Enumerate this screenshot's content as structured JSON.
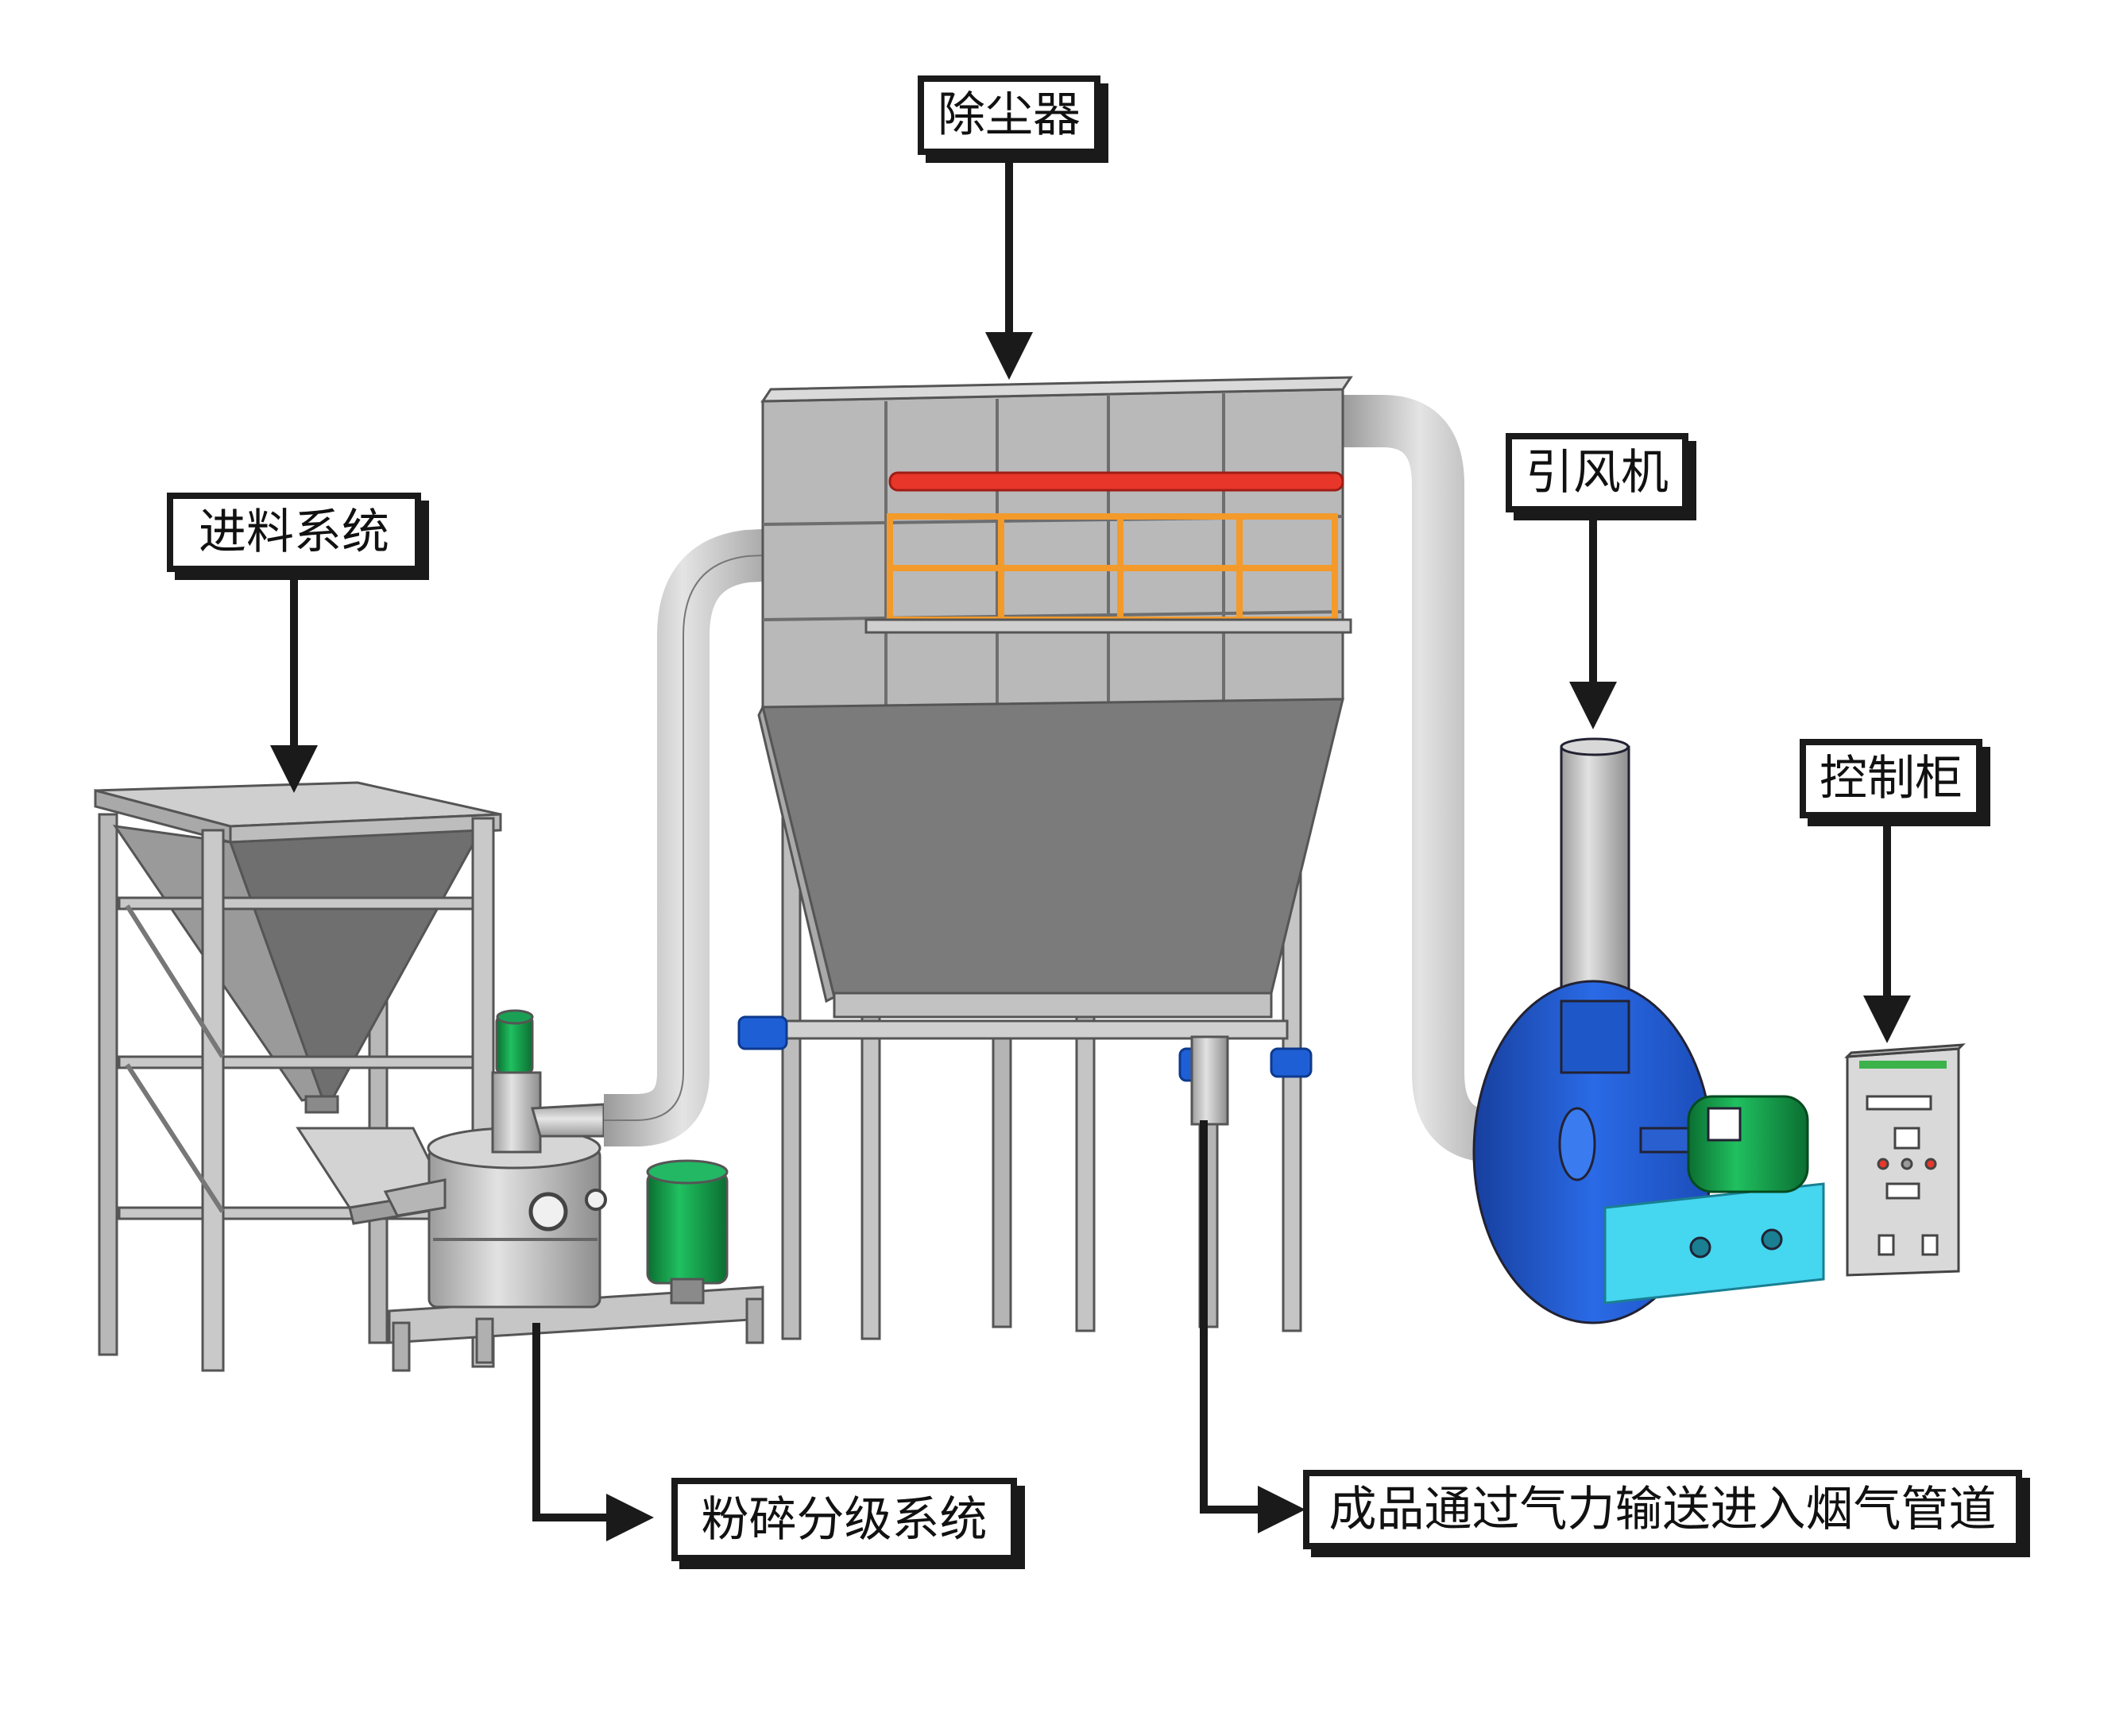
{
  "labels": {
    "dust_collector": "除尘器",
    "feed_system": "进料系统",
    "induced_fan": "引风机",
    "control_cabinet": "控制柜",
    "grinding_classifying": "粉碎分级系统",
    "product_conveying": "成品通过气力输送进入烟气管道"
  },
  "colors": {
    "steel": "#bcbcbc",
    "steel_dark": "#8a8a8a",
    "hopper_shadow": "#7b7b7b",
    "duct": "#c4c4c4",
    "fan_blue": "#1f5fd6",
    "fan_base": "#45d6f0",
    "motor_green": "#12a04a",
    "railing_orange": "#f39a2a",
    "header_red": "#e8362a",
    "cabinet": "#d9d9d9",
    "arrow": "#1a1a1a"
  }
}
